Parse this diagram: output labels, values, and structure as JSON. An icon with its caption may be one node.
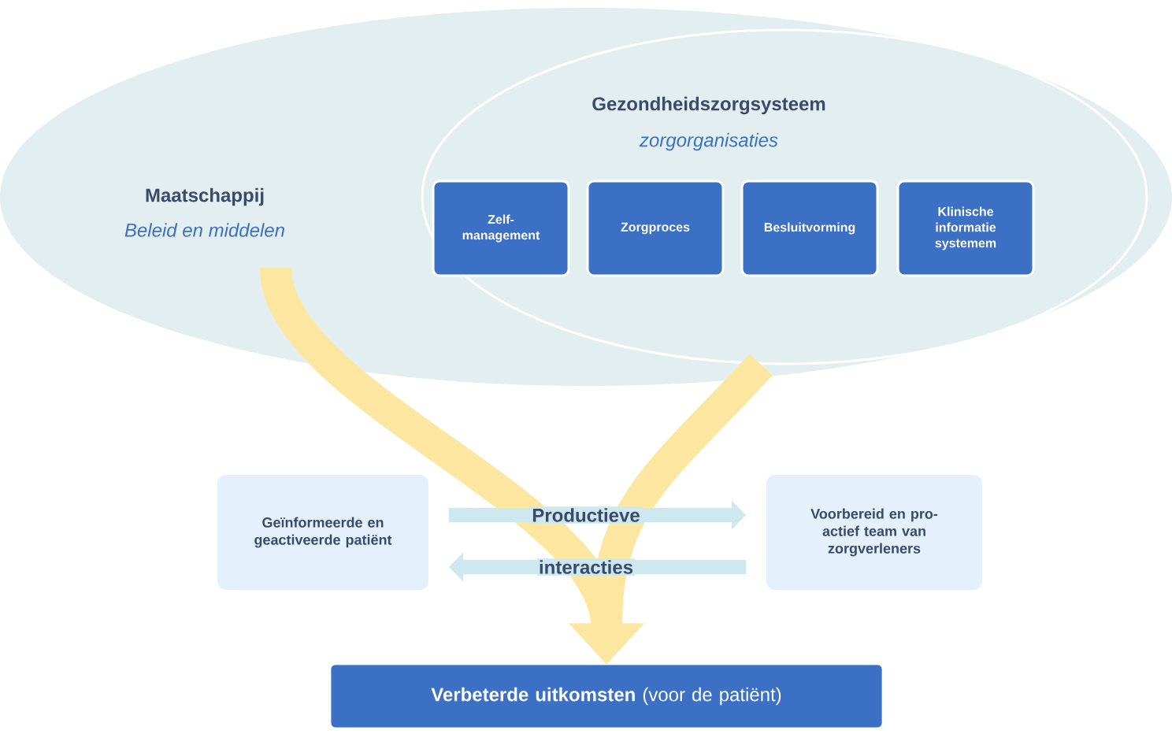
{
  "diagram": {
    "nodes": [
      {
        "text": [
          "Maatschappij",
          "Beleid en middelen"
        ]
      },
      {
        "text": [
          "Gezondheidszorgsysteem",
          "zorgorganisaties"
        ],
        "in": 0
      },
      {
        "text": [
          "Zelf- management"
        ],
        "in": 1
      },
      {
        "text": [
          "Zorgproces"
        ],
        "in": 1
      },
      {
        "text": [
          "Besluitvorming"
        ],
        "in": 1
      },
      {
        "text": [
          "Klinische informatie systemem"
        ],
        "in": 1
      },
      {
        "text": [
          "Geïnformeerde en geactiveerde patiënt"
        ]
      },
      {
        "text": [
          "Voorbereid en pro- actief team van zorgverleners"
        ]
      },
      {
        "text": [
          "**Verbeterde uitkomsten** (voor de patiënt)"
        ]
      }
    ],
    "edges": [
      {
        "from": 0,
        "to": 8,
        "arrow": "to",
        "style": "thick",
        "color": "#fde7a0"
      },
      {
        "from": 1,
        "to": 8,
        "arrow": "to",
        "style": "thick",
        "color": "#fde7a0"
      },
      {
        "from": 6,
        "to": 7,
        "arrow": "to",
        "label": "Productieve"
      },
      {
        "from": 7,
        "to": 6,
        "arrow": "to",
        "label": "interacties"
      }
    ]
  }
}
